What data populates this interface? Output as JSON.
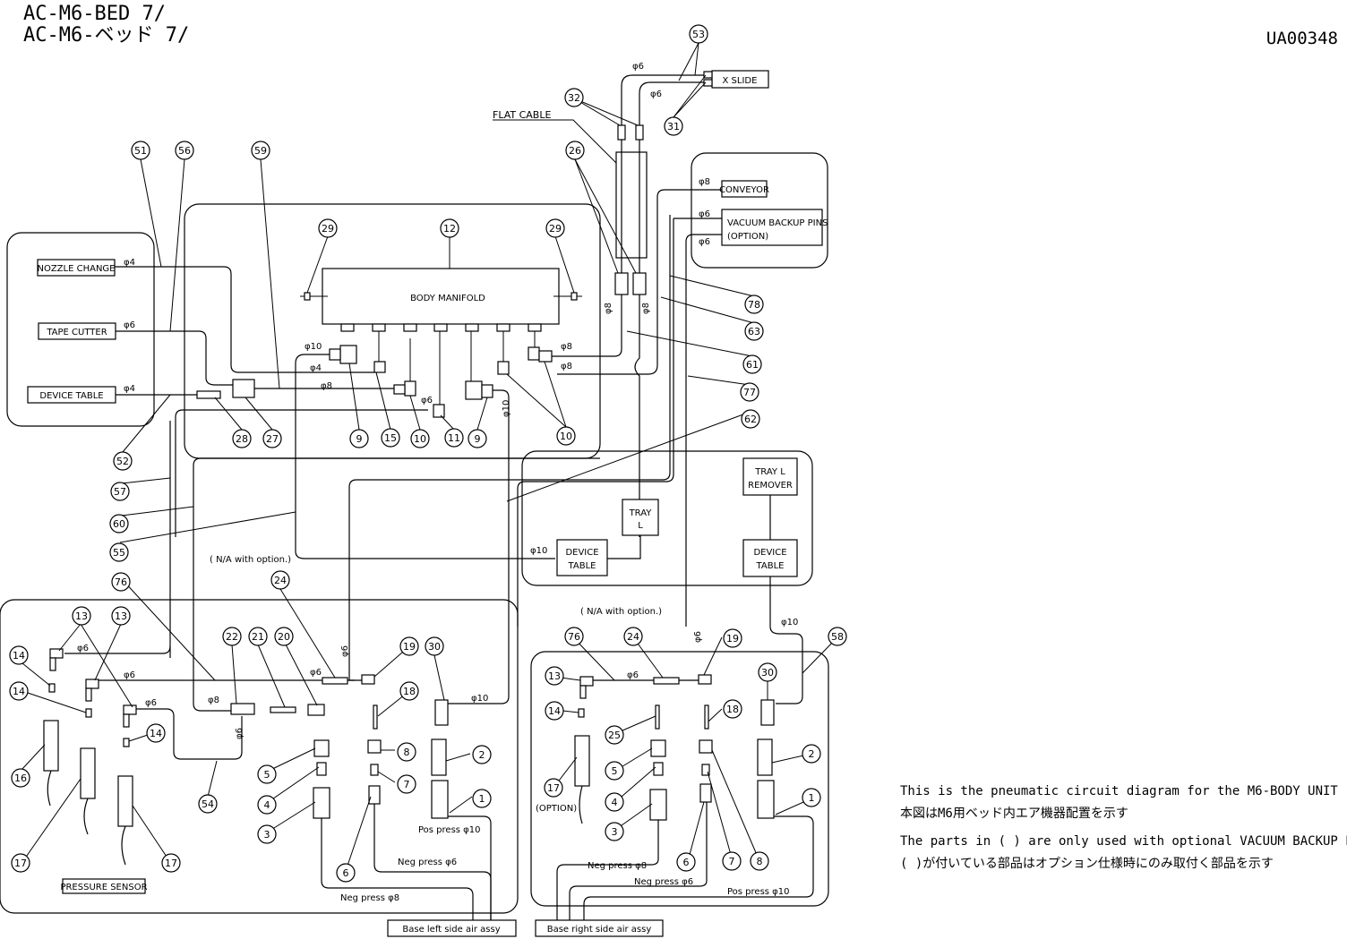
{
  "header": {
    "title_en": "AC-M6-BED 7/",
    "title_jp": "AC-M6-ベッド 7/",
    "drawing_code": "UA00348"
  },
  "notes": {
    "line1_en": "This is the pneumatic circuit diagram for the M6-BODY UNIT",
    "line1_jp": "本図はM6用ベッド内エア機器配置を示す",
    "line2_en": "The parts in ( ) are only used with optional VACUUM BACKUP PINS",
    "line2_jp": "( )が付いている部品はオプション仕様時にのみ取付く部品を示す"
  },
  "labels": {
    "x_slide": "X SLIDE",
    "flat_cable": "FLAT CABLE",
    "conveyor": "CONVEYOR",
    "vacuum_backup_1": "VACUUM BACKUP PINS",
    "vacuum_backup_2": "(OPTION)",
    "nozzle_change": "NOZZLE CHANGE",
    "tape_cutter": "TAPE CUTTER",
    "device_table": "DEVICE TABLE",
    "body_manifold": "BODY MANIFOLD",
    "tray_l_1": "TRAY",
    "tray_l_2": "L",
    "device_table_2a": "DEVICE",
    "device_table_2b": "TABLE",
    "tray_l_remover_1": "TRAY L",
    "tray_l_remover_2": "REMOVER",
    "na_with_option": "( N/A with option.)",
    "pressure_sensor": "PRESSURE SENSOR",
    "option": "(OPTION)",
    "pos_press_10": "Pos press φ10",
    "neg_press_6": "Neg press φ6",
    "neg_press_8": "Neg press φ8",
    "base_left": "Base left side air assy",
    "base_right": "Base right side air assy"
  },
  "pipe_sizes": {
    "d4": "φ4",
    "d6": "φ6",
    "d8": "φ8",
    "d10": "φ10"
  },
  "part_numbers": {
    "p1": "1",
    "p2": "2",
    "p3": "3",
    "p4": "4",
    "p5": "5",
    "p6": "6",
    "p7": "7",
    "p8": "8",
    "p9": "9",
    "p10": "10",
    "p11": "11",
    "p12": "12",
    "p13": "13",
    "p14": "14",
    "p15": "15",
    "p16": "16",
    "p17": "17",
    "p18": "18",
    "p19": "19",
    "p20": "20",
    "p21": "21",
    "p22": "22",
    "p24": "24",
    "p25": "25",
    "p26": "26",
    "p27": "27",
    "p28": "28",
    "p29": "29",
    "p30": "30",
    "p31": "31",
    "p32": "32",
    "p51": "51",
    "p52": "52",
    "p53": "53",
    "p54": "54",
    "p55": "55",
    "p56": "56",
    "p57": "57",
    "p58": "58",
    "p59": "59",
    "p60": "60",
    "p61": "61",
    "p62": "62",
    "p63": "63",
    "p76": "76",
    "p77": "77",
    "p78": "78"
  }
}
